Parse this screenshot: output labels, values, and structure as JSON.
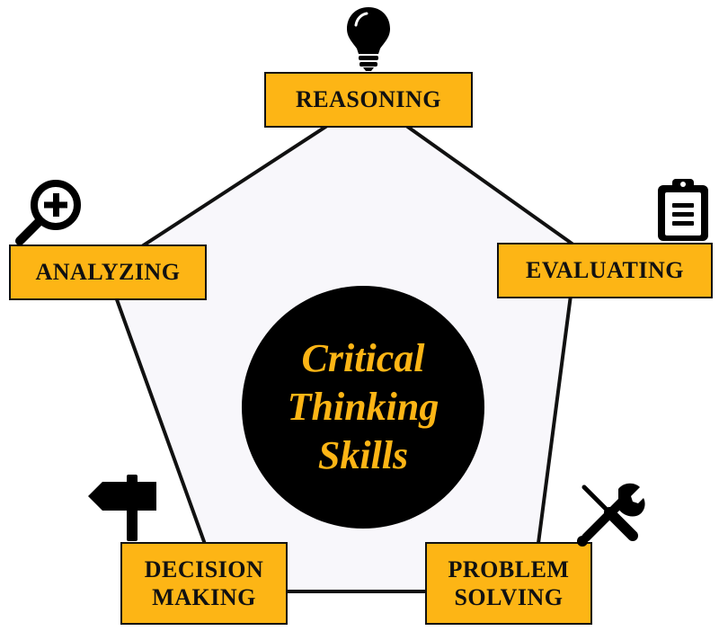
{
  "diagram": {
    "center": {
      "line1": "Critical",
      "line2": "Thinking",
      "line3": "Skills"
    },
    "skills": {
      "reasoning": "REASONING",
      "evaluating": "EVALUATING",
      "problem_solving": {
        "line1": "PROBLEM",
        "line2": "SOLVING"
      },
      "decision_making": {
        "line1": "DECISION",
        "line2": "MAKING"
      },
      "analyzing": "ANALYZING"
    },
    "icons": {
      "reasoning": "lightbulb-icon",
      "evaluating": "clipboard-icon",
      "problem_solving": "tools-icon",
      "decision_making": "signpost-icon",
      "analyzing": "magnifier-icon"
    },
    "colors": {
      "accent": "#fdb515",
      "dark": "#000000",
      "pentagon_fill": "#f8f7fb"
    }
  }
}
